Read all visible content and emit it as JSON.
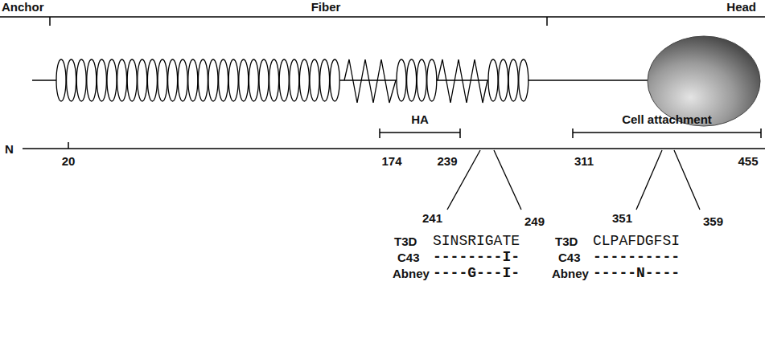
{
  "diagram": {
    "labels": [
      "Anchor",
      "Fiber",
      "Head",
      "N",
      "HA",
      "Cell attachment",
      "20",
      "174",
      "239",
      "311",
      "455",
      "241",
      "249",
      "351",
      "359",
      "T3D",
      "SINSRIGATE",
      "C43",
      "--------I-",
      "Abney",
      "----G---I-",
      "T3D",
      "CLPAFDGFSI",
      "C43",
      "----------",
      "Abney",
      "-----N----"
    ]
  }
}
